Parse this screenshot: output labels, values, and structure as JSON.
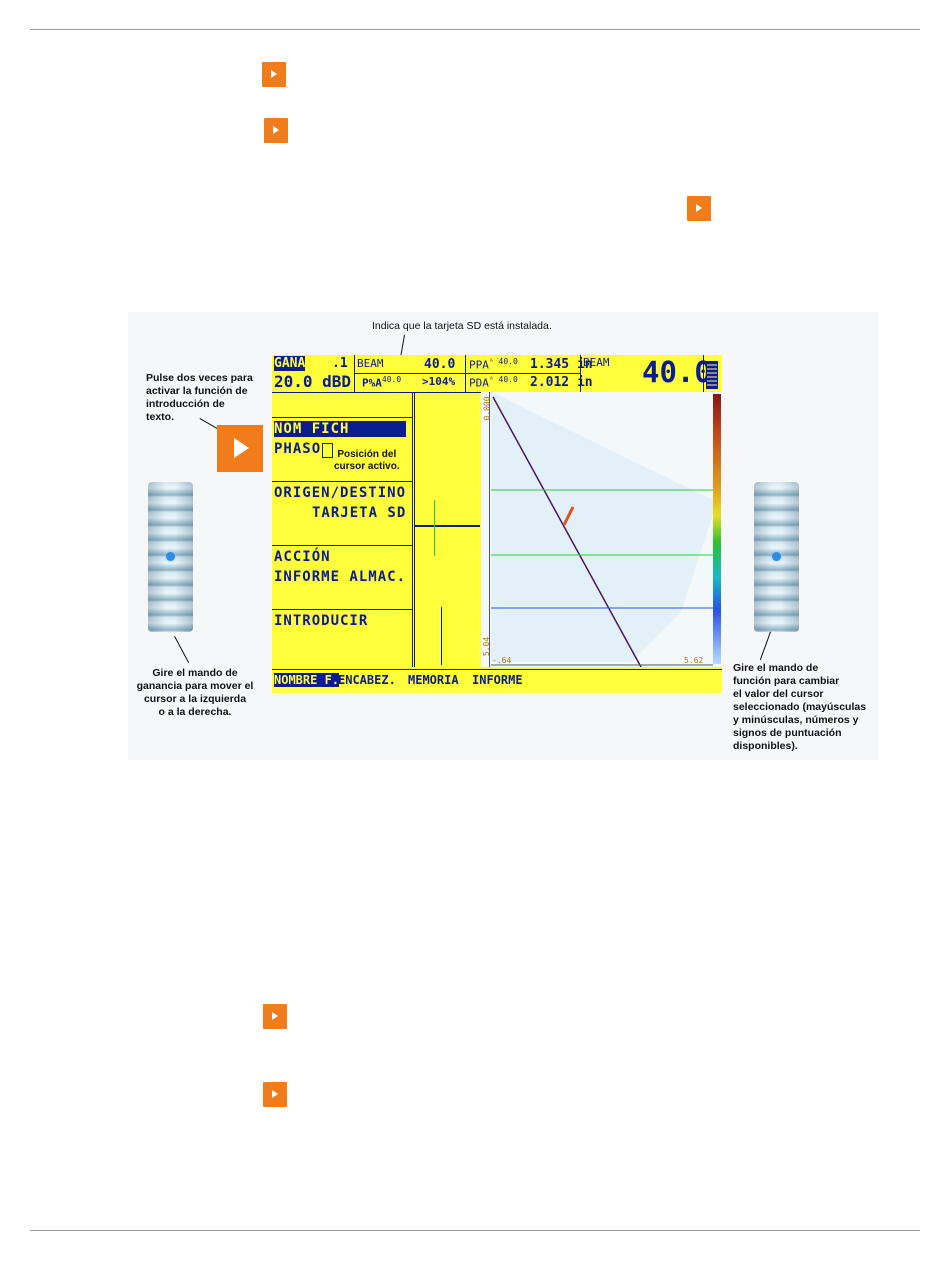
{
  "figure": {
    "callout_sd": "Indica que la tarjeta SD está instalada.",
    "callout_press": [
      "Pulse dos veces para",
      "activar la función de",
      "introducción de",
      "texto."
    ],
    "callout_gain_knob": [
      "Gire el mando de",
      "ganancia para mover el",
      "cursor a la izquierda",
      "o a la derecha."
    ],
    "callout_function_knob": [
      "Gire el mando de",
      "función para cambiar",
      "el valor del cursor",
      "seleccionado (mayúsculas",
      "y minúsculas, números y",
      "signos de puntuación",
      "disponibles)."
    ],
    "callout_cursor": [
      "Posición del",
      "cursor activo."
    ]
  },
  "screen": {
    "header": {
      "gain_label": "GANA",
      "gain_step": ".1",
      "gain_value": "20.0 dBD",
      "beam_label": "BEAM",
      "beam_value": "40.0",
      "psa_label": "P%A",
      "psa_angle": "40.0",
      "psa_value": ">104%",
      "ppa_label": "PPA",
      "ppa_angle": "40.0",
      "ppa_value": "1.345",
      "ppa_unit": "in",
      "pda_label": "PDA",
      "pda_angle": "40.0",
      "pda_value": "2.012",
      "pda_unit": "in",
      "beam_right_label": "BEAM",
      "beam_right_value": "40.0"
    },
    "menu": {
      "item1_title": "NOM FICH",
      "item1_value": "PHASO",
      "item2_title": "ORIGEN/DESTINO",
      "item2_value": "TARJETA SD",
      "item3_title": "ACCIÓN",
      "item3_value": "INFORME ALMAC.",
      "item4_title": "INTRODUCIR"
    },
    "scan": {
      "depth_top": "0.000",
      "depth_bottom": "5.04",
      "x_left": "-.64",
      "x_right": "5.62"
    },
    "tabs": [
      "NOMBRE F.",
      "ENCABEZ.",
      "MEMORIA",
      "INFORME"
    ]
  }
}
